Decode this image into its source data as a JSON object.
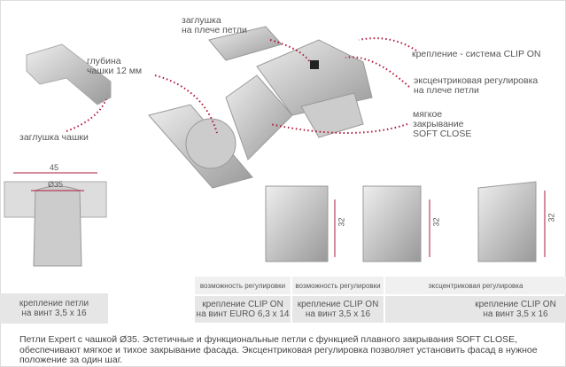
{
  "callouts": {
    "cap_plug": "заглушка чашки",
    "cup_depth_1": "глубина",
    "cup_depth_2": "чашки 12 мм",
    "arm_plug_1": "заглушка",
    "arm_plug_2": "на плече петли",
    "clip_on": "крепление - система CLIP ON",
    "eccentric_1": "эксцентриковая регулировка",
    "eccentric_2": "на плече петли",
    "soft_1": "мягкое",
    "soft_2": "закрывание",
    "soft_3": "SOFT CLOSE"
  },
  "dimensions": {
    "width": "45",
    "cup": "Ø35",
    "plate_height": "32"
  },
  "left_panel": {
    "caption_1": "крепление петли",
    "caption_2": "на винт 3,5 x 16"
  },
  "plates": [
    {
      "feature": "возможность регулировки",
      "caption_1": "крепление CLIP ON",
      "caption_2": "на винт EURO 6,3 x 14"
    },
    {
      "feature": "возможность регулировки",
      "caption_1": "крепление CLIP ON",
      "caption_2": "на винт 3,5 x 16"
    },
    {
      "feature": "эксцентриковая регулировка",
      "caption_1": "крепление CLIP ON",
      "caption_2": "на винт 3,5 x 16"
    }
  ],
  "description": "Петли Expert с чашкой Ø35. Эстетичные и функциональные петли с функцией плавного закрывания SOFT CLOSE, обеспечивают мягкое и тихое закрывание фасада. Эксцентриковая регулировка позволяет установить фасад в нужное положение за один шаг.",
  "colors": {
    "accent": "#b0173a",
    "metal": "#c8c8c8"
  }
}
